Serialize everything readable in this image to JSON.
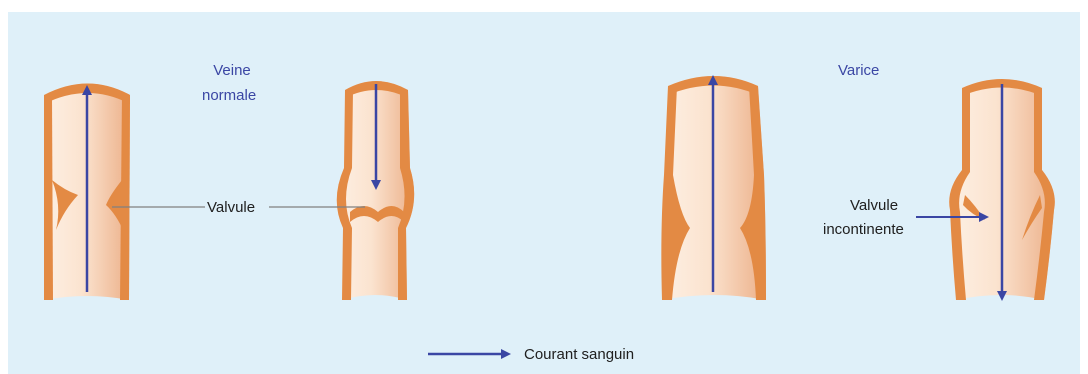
{
  "labels": {
    "normal_title_line1": "Veine",
    "normal_title_line2": "normale",
    "varice_title": "Varice",
    "valve": "Valvule",
    "valve_incompetent_line1": "Valvule",
    "valve_incompetent_line2": "incontinente",
    "legend": "Courant sanguin"
  },
  "colors": {
    "background": "#dff0f9",
    "vein_wall": "#e38a44",
    "vein_fill_light": "#fbe7d6",
    "vein_fill_dark": "#eeb58f",
    "arrow": "#3a46a4",
    "pointer_line": "#808080"
  }
}
